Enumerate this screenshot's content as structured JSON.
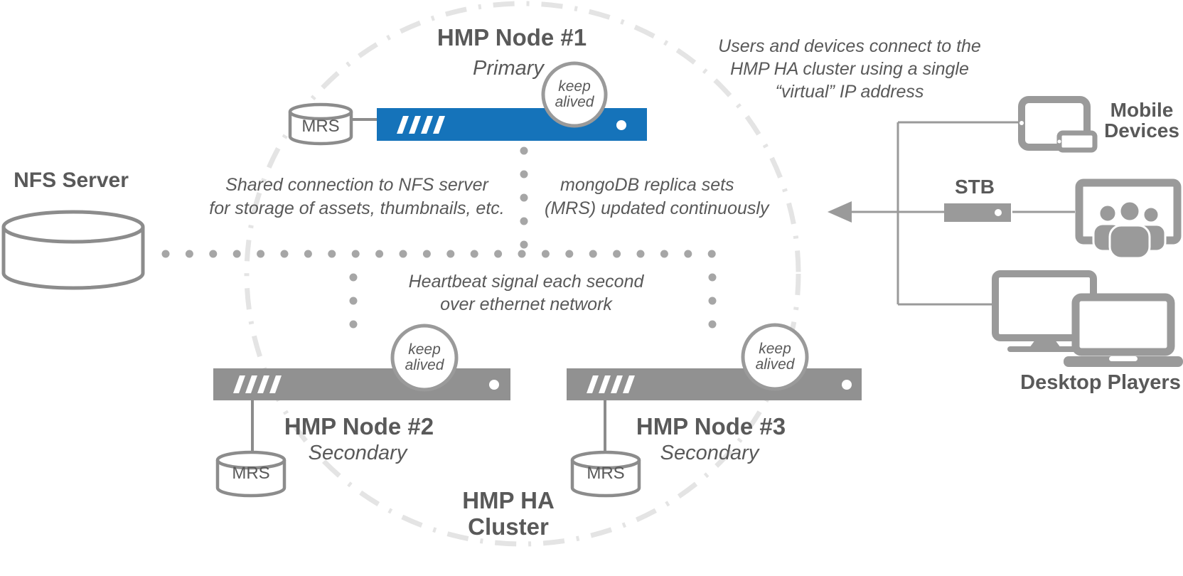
{
  "colors": {
    "primary_blue": "#1573ba",
    "server_gray": "#919191",
    "icon_gray": "#9a9a9a",
    "outline_gray": "#8c8c8c",
    "text_gray": "#595959",
    "dashed_circle": "#e4e4e4",
    "dot_gray": "#a6a6a6"
  },
  "nfs": {
    "label": "NFS Server"
  },
  "cluster": {
    "line1": "HMP HA",
    "line2": "Cluster"
  },
  "nodes": [
    {
      "title": "HMP Node #1",
      "role": "Primary",
      "badge1": "keep",
      "badge2": "alived",
      "mrs": "MRS"
    },
    {
      "title": "HMP Node #2",
      "role": "Secondary",
      "badge1": "keep",
      "badge2": "alived",
      "mrs": "MRS"
    },
    {
      "title": "HMP Node #3",
      "role": "Secondary",
      "badge1": "keep",
      "badge2": "alived",
      "mrs": "MRS"
    }
  ],
  "notes": {
    "users1": "Users and devices connect to the",
    "users2": "HMP HA cluster using a single",
    "users3": "“virtual” IP address",
    "nfs1": "Shared connection to NFS server",
    "nfs2": "for storage of assets, thumbnails, etc.",
    "mongo1": "mongoDB replica sets",
    "mongo2": "(MRS) updated continuously",
    "heartbeat1": "Heartbeat signal each second",
    "heartbeat2": "over ethernet network"
  },
  "devices": {
    "stb": "STB",
    "mobile1": "Mobile",
    "mobile2": "Devices",
    "desktop": "Desktop Players"
  }
}
